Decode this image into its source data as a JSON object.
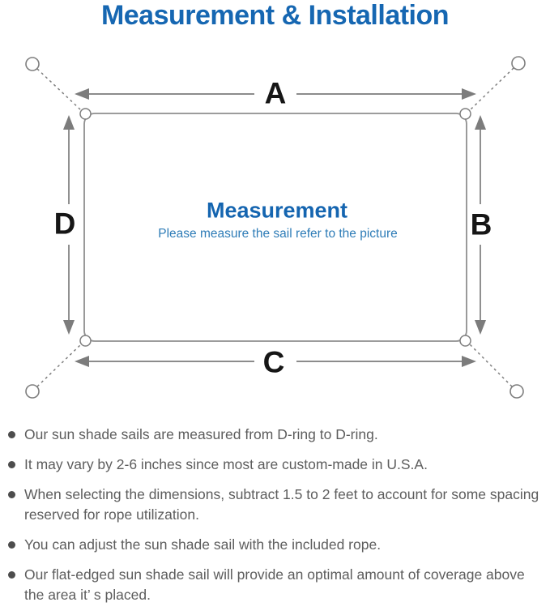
{
  "page": {
    "title": "Measurement & Installation"
  },
  "diagram": {
    "labels": {
      "top": "A",
      "right": "B",
      "bottom": "C",
      "left": "D"
    },
    "center_title": "Measurement",
    "center_subtitle": "Please measure the sail refer to the picture"
  },
  "notes": {
    "items": [
      "Our sun shade sails are measured from D-ring to D-ring.",
      "It may vary by 2-6 inches since most are custom-made in U.S.A.",
      "When selecting the dimensions, subtract 1.5 to 2 feet to account for some spacing reserved for rope utilization.",
      "You can adjust the sun shade sail with the included rope.",
      "Our flat-edged sun shade sail will provide an optimal amount of coverage above the area it’ s placed."
    ]
  },
  "colors": {
    "title_blue": "#1667b2",
    "center_title_blue": "#1565b0",
    "subtitle_blue": "#2e7cb7",
    "line_gray": "#7e7e7e",
    "label_black": "#161616",
    "note_gray": "#5d5d5d"
  }
}
